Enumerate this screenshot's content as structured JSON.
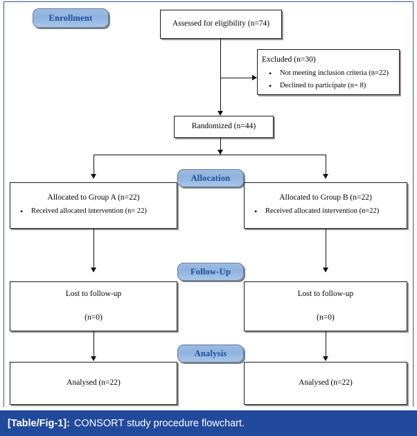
{
  "figure": {
    "frame_color": "#2e5b9a",
    "background": "#ffffff"
  },
  "stages": [
    {
      "id": "enrollment",
      "label": "Enrollment"
    },
    {
      "id": "allocation",
      "label": "Allocation"
    },
    {
      "id": "followup",
      "label": "Follow-Up"
    },
    {
      "id": "analysis",
      "label": "Analysis"
    }
  ],
  "nodes": {
    "assessed": {
      "title": "Assessed for eligibility (n=74)"
    },
    "excluded": {
      "title": "Excluded (n=30)",
      "bullets": [
        "Not meeting inclusion criteria (n=22)",
        "Declined to participate  (n= 8)"
      ]
    },
    "randomized": {
      "title": "Randomized (n=44)"
    },
    "allocated_a": {
      "title": "Allocated to Group A (n=22)",
      "bullets": [
        "Received allocated intervention (n= 22)"
      ]
    },
    "allocated_b": {
      "title": "Allocated to Group B (n=22)",
      "bullets": [
        "Received allocated intervention (n=22)"
      ]
    },
    "lost_a": {
      "line1": "Lost to follow-up",
      "line2": "(n=0)"
    },
    "lost_b": {
      "line1": "Lost to follow-up",
      "line2": "(n=0)"
    },
    "analysed_a": {
      "title": "Analysed (n=22)"
    },
    "analysed_b": {
      "title": "Analysed (n=22)"
    }
  },
  "caption": {
    "label": "[Table/Fig-1]:",
    "text": "CONSORT study procedure flowchart.",
    "bar_color": "#21499c",
    "text_color": "#ffffff"
  },
  "colors": {
    "pill_fill": "#9cbbe0",
    "pill_text": "#1b4f9c",
    "line": "#111111",
    "box_border": "#1a1a1a"
  }
}
